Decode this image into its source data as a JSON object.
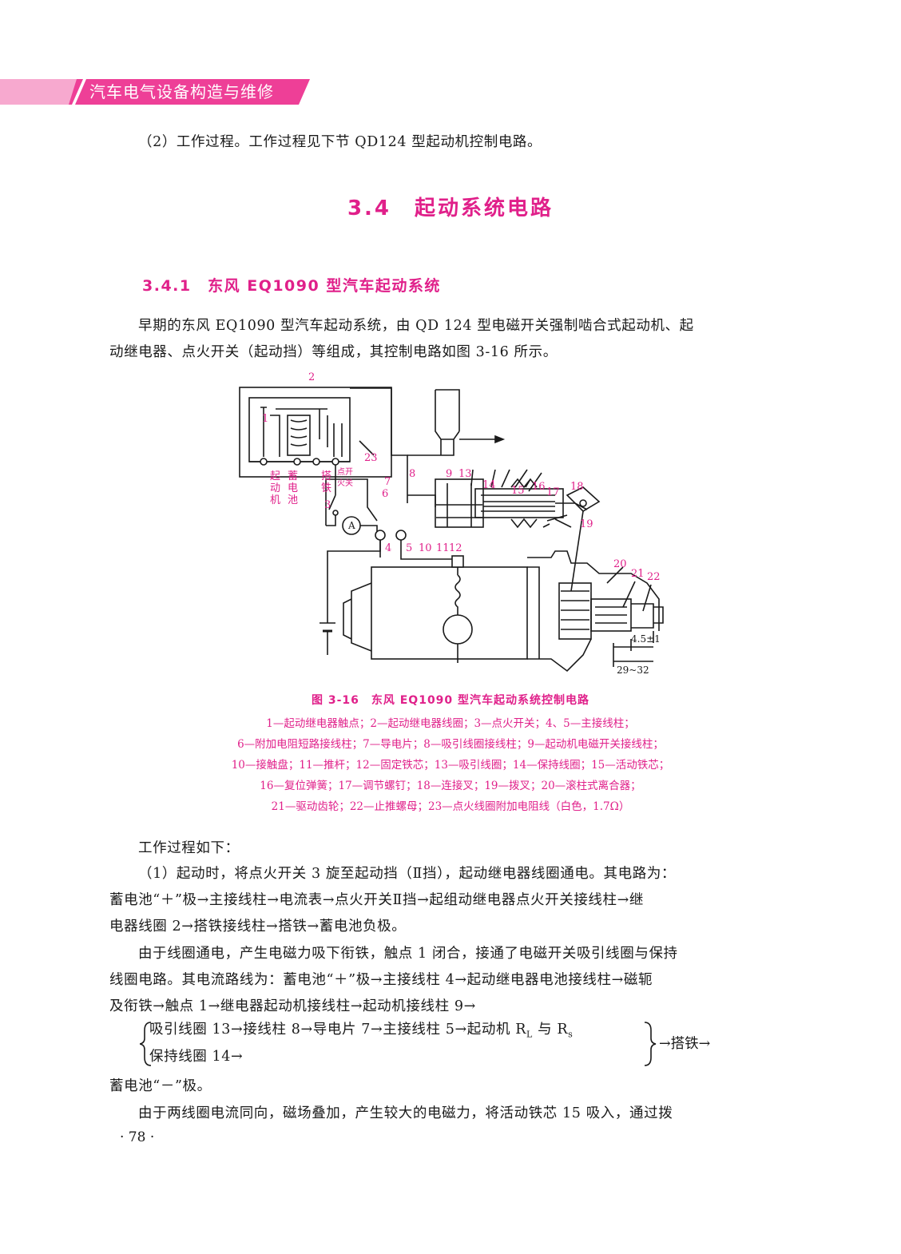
{
  "header": {
    "title": "汽车电气设备构造与维修"
  },
  "paragraphs": {
    "p_intro": "（2）工作过程。工作过程见下节 QD124 型起动机控制电路。",
    "section_title": "3.4　起动系统电路",
    "subsection_title": "3.4.1　东风 EQ1090 型汽车起动系统",
    "p1_line1": "早期的东风 EQ1090 型汽车起动系统，由 QD 124 型电磁开关强制啮合式起动机、起",
    "p1_line2": "动继电器、点火开关（起动挡）等组成，其控制电路如图 3-16 所示。",
    "work_intro": "工作过程如下：",
    "p2_line1": "（1）起动时，将点火开关 3 旋至起动挡（Ⅱ挡），起动继电器线圈通电。其电路为：",
    "p2_line2": "蓄电池“＋”极→主接线柱→电流表→点火开关Ⅱ挡→起组动继电器点火开关接线柱→继",
    "p2_line3": "电器线圈 2→搭铁接线柱→搭铁→蓄电池负极。",
    "p3_line1": "由于线圈通电，产生电磁力吸下衔铁，触点 1 闭合，接通了电磁开关吸引线圈与保持",
    "p3_line2": "线圈电路。其电流路线为：蓄电池“＋”极→主接线柱 4→起动继电器电池接线柱→磁轭",
    "p3_line3": "及衔铁→触点 1→继电器起动机接线柱→起动机接线柱 9→",
    "brace_line1": "吸引线圈 13→接线柱 8→导电片 7→主接线柱 5→起动机 R",
    "brace_sub1": "L",
    "brace_mid": " 与 R",
    "brace_sub2": "s",
    "brace_line2": "保持线圈 14→",
    "brace_right": "→搭铁→",
    "p3_line4": "蓄电池“－”极。",
    "p4_line1": "由于两线圈电流同向，磁场叠加，产生较大的电磁力，将活动铁芯 15 吸入，通过拨"
  },
  "figure": {
    "caption": "图 3-16　东风 EQ1090 型汽车起动系统控制电路",
    "legend": [
      "1—起动继电器触点；2—起动继电器线圈；3—点火开关；4、5—主接线柱；",
      "6—附加电阻短路接线柱；7—导电片；8—吸引线圈接线柱；9—起动机电磁开关接线柱；",
      "10—接触盘；11—推杆；12—固定铁芯；13—吸引线圈；14—保持线圈；15—活动铁芯；",
      "16—复位弹簧；17—调节螺钉；18—连接叉；19—拨叉；20—滚柱式离合器；",
      "21—驱动齿轮；22—止推螺母；23—点火线圈附加电阻线（白色，1.7Ω）"
    ],
    "labels": {
      "n1": "1",
      "n2": "2",
      "n3": "3",
      "n4": "4",
      "n5": "5",
      "n6": "6",
      "n7": "7",
      "n8": "8",
      "n9": "9",
      "n10": "10",
      "n11": "11",
      "n12": "12",
      "n13": "13",
      "n14": "14",
      "n15": "15",
      "n16": "16",
      "n17": "17",
      "n18": "18",
      "n19": "19",
      "n20": "20",
      "n21": "21",
      "n22": "22",
      "n23": "23",
      "starter": [
        "起",
        "动",
        "机"
      ],
      "battery": [
        "蓄",
        "电",
        "池"
      ],
      "ground": [
        "搭",
        "铁"
      ],
      "ign_sw": "点开",
      "ign_sw2": "火关",
      "ammeter": "A",
      "dim1": "4.5±1",
      "dim2": "29~32"
    }
  },
  "footer": {
    "page": "· 78 ·"
  },
  "colors": {
    "accent": "#e0208a",
    "header_band": "#f0449c"
  }
}
